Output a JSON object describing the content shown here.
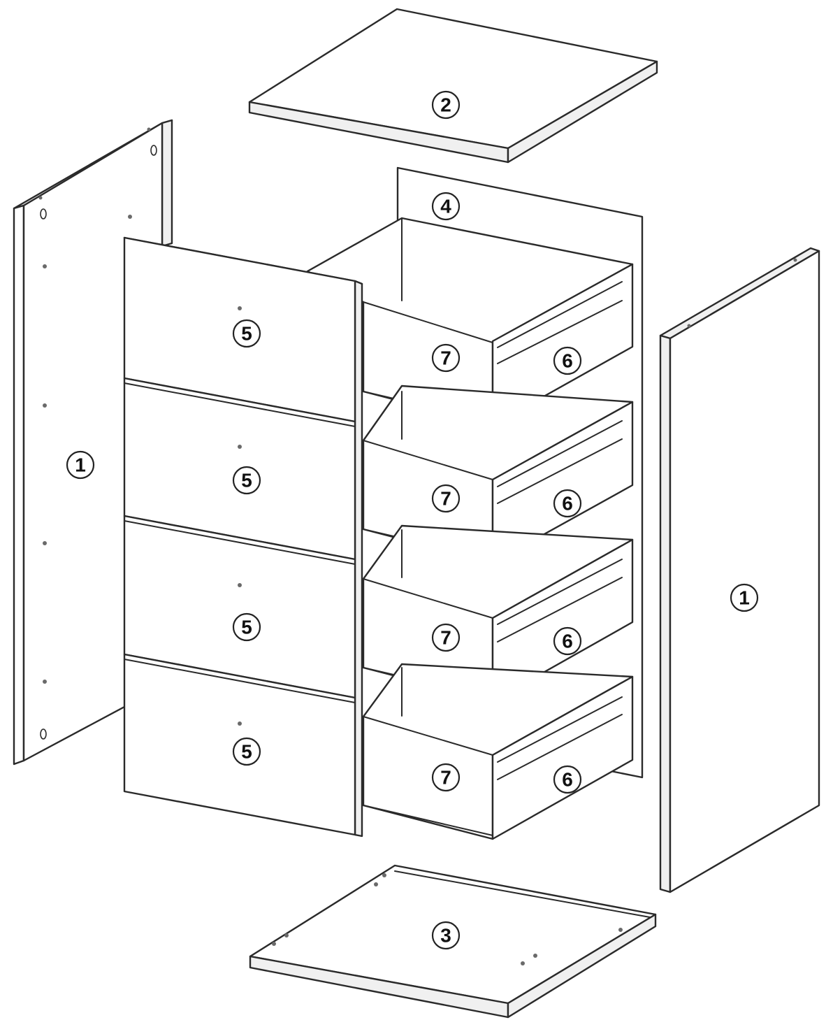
{
  "labels": {
    "side_left": "1",
    "top": "2",
    "bottom": "3",
    "back": "4",
    "side_right": "1",
    "drawer_front_1": "5",
    "drawer_front_2": "5",
    "drawer_front_3": "5",
    "drawer_front_4": "5",
    "drawer_bottom_1": "7",
    "drawer_bottom_2": "7",
    "drawer_bottom_3": "7",
    "drawer_bottom_4": "7",
    "drawer_side_1": "6",
    "drawer_side_2": "6",
    "drawer_side_3": "6",
    "drawer_side_4": "6"
  },
  "colors": {
    "line": "#2a2a2a",
    "panel": "#ffffff",
    "edge": "#f0f0f0"
  }
}
